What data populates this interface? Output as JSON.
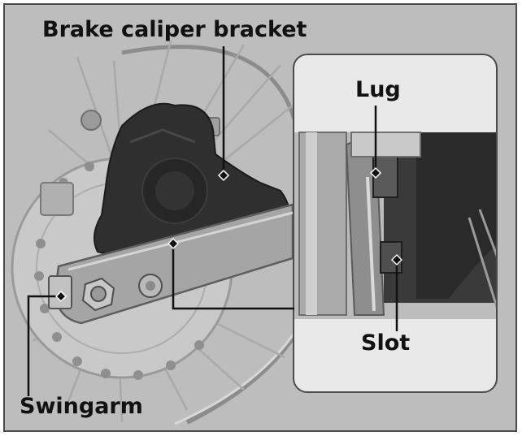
{
  "labels": {
    "brake_caliper_bracket": "Brake caliper bracket",
    "swingarm": "Swingarm",
    "lug": "Lug",
    "slot": "Slot"
  },
  "colors": {
    "frame_border": "#4a4a4a",
    "background_gray": "#bdbdbd",
    "inset_background": "#e9e9e9",
    "caliper_dark": "#2f2f2f",
    "label_text": "#111111"
  }
}
